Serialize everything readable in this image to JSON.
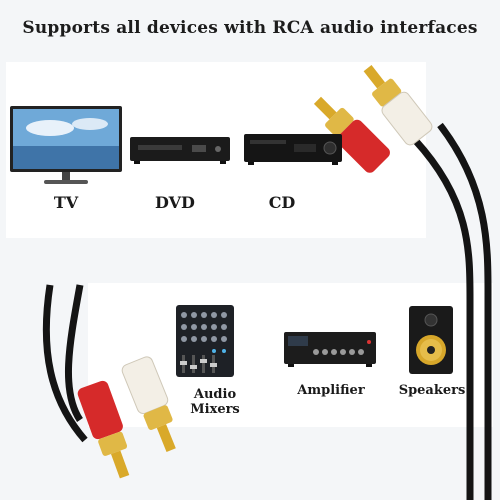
{
  "headline": "Supports all devices with RCA audio interfaces",
  "devices_top": [
    {
      "label": "TV",
      "icon": "tv-icon"
    },
    {
      "label": "DVD",
      "icon": "dvd-player-icon"
    },
    {
      "label": "CD",
      "icon": "cd-player-icon"
    }
  ],
  "devices_bottom": [
    {
      "label": "Audio Mixers",
      "icon": "audio-mixer-icon"
    },
    {
      "label": "Amplifier",
      "icon": "amplifier-icon"
    },
    {
      "label": "Speakers",
      "icon": "speaker-icon"
    }
  ],
  "colors": {
    "plug_red": "#d62a2a",
    "plug_white": "#f3efe6",
    "gold": "#d9a92a",
    "cable": "#1a1a1a"
  }
}
